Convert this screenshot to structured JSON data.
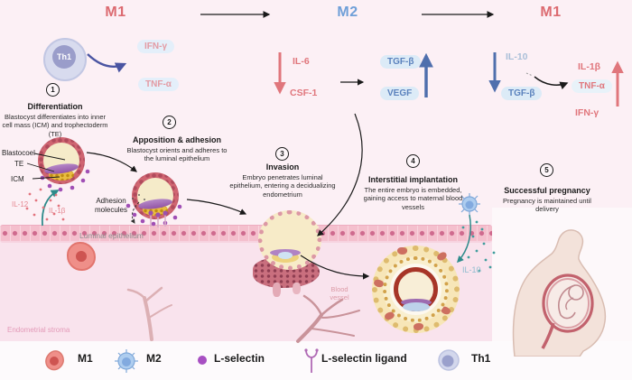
{
  "top_flow": {
    "m1_left": "M1",
    "m2_center": "M2",
    "m1_right": "M1",
    "th1_cell": "Th1",
    "ifn_gamma_left": "IFN-γ",
    "tnf_alpha_left": "TNF-α",
    "il6": "IL-6",
    "csf1": "CSF-1",
    "tgf_beta_m2": "TGF-β",
    "vegf": "VEGF",
    "il10_top": "IL-10",
    "tgf_beta_right": "TGF-β",
    "il1_beta_right": "IL-1β",
    "tnf_alpha_right": "TNF-α",
    "ifn_gamma_right": "IFN-γ"
  },
  "stages": [
    {
      "num": "1",
      "title": "Differentiation",
      "desc": "Blastocyst differentiates into inner cell mass (ICM) and trophectoderm (TE)"
    },
    {
      "num": "2",
      "title": "Apposition & adhesion",
      "desc": "Blastocyst orients and adheres to the luminal epithelium"
    },
    {
      "num": "3",
      "title": "Invasion",
      "desc": "Embryo penetrates luminal epithelium, entering a decidualizing endometrium"
    },
    {
      "num": "4",
      "title": "Interstitial implantation",
      "desc": "The entire embryo is embedded, gaining access to maternal blood vessels"
    },
    {
      "num": "5",
      "title": "Successful pregnancy",
      "desc": "Pregnancy is maintained until delivery"
    }
  ],
  "embryo_labels": {
    "blastocoel": "Blastocoel",
    "te": "TE",
    "icm": "ICM",
    "adhesion_molecules": "Adhesion molecules"
  },
  "tissue_labels": {
    "luminal_epithelium": "Luminal epithelium",
    "endometrial_stroma": "Endometrial stroma",
    "blood_vessel": "Blood vessel"
  },
  "cytokine_labels": {
    "il12": "IL-12",
    "il1_beta": "IL-1β",
    "il10": "IL-10"
  },
  "legend": {
    "items": [
      {
        "name": "m1",
        "label": "M1"
      },
      {
        "name": "m2",
        "label": "M2"
      },
      {
        "name": "l-selectin",
        "label": "L-selectin"
      },
      {
        "name": "l-selectin-ligand",
        "label": "L-selectin ligand"
      },
      {
        "name": "th1",
        "label": "Th1"
      }
    ]
  },
  "colors": {
    "m1_red": "#dc6a70",
    "m2_blue": "#6f9fd8",
    "cytokine_red": "#e0767c",
    "cytokine_blue": "#5b82bd",
    "teal": "#2e8b8b",
    "arrow_blue": "#4f6fad"
  }
}
